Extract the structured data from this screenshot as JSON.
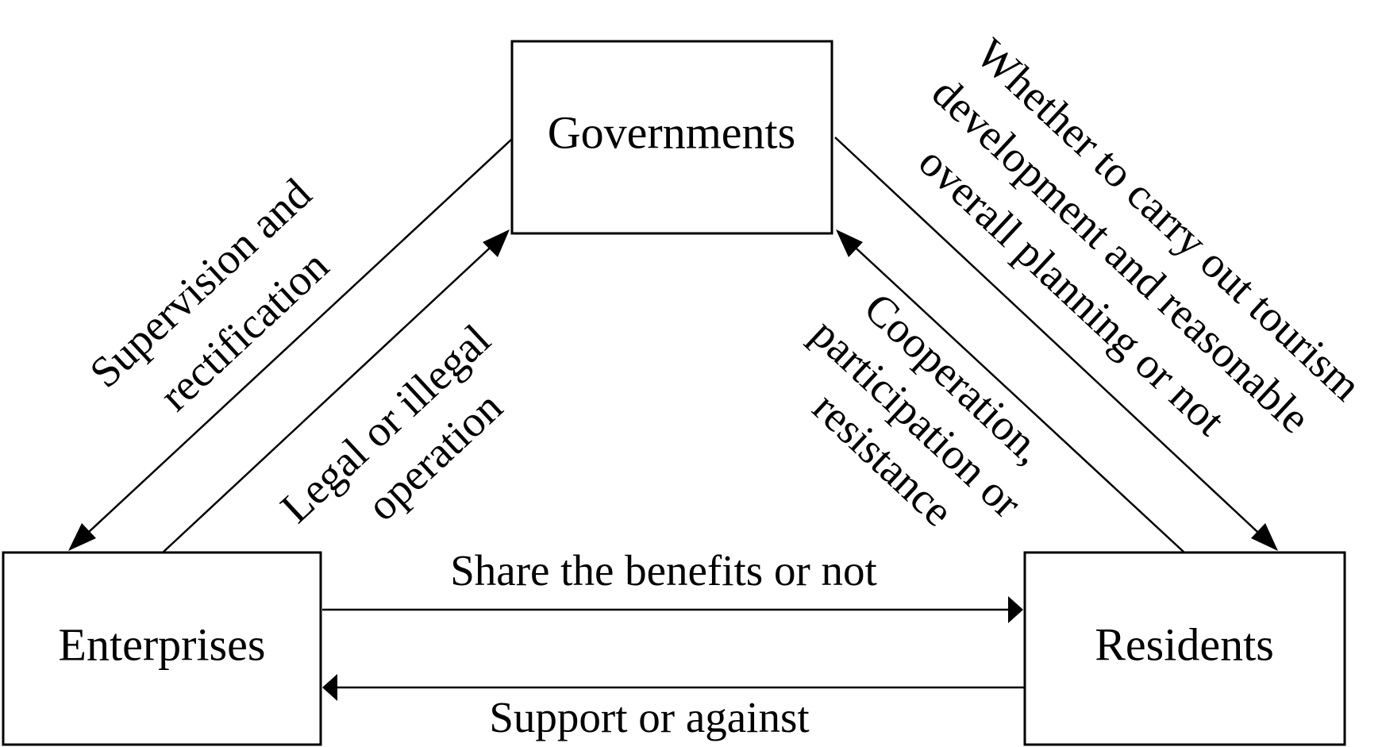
{
  "nodes": {
    "governments": "Governments",
    "enterprises": "Enterprises",
    "residents": "Residents"
  },
  "edges": {
    "gov_to_ent": {
      "line1": "Supervision and",
      "line2": "rectification"
    },
    "ent_to_gov": {
      "line1": "Legal or illegal",
      "line2": "operation"
    },
    "gov_to_res": {
      "line1": "Whether to carry out tourism",
      "line2": "development and reasonable",
      "line3": "overall planning or not"
    },
    "res_to_gov": {
      "line1": "Cooperation,",
      "line2": "participation or",
      "line3": "resistance"
    },
    "ent_to_res": {
      "label": "Share the benefits or not"
    },
    "res_to_ent": {
      "label": "Support or against"
    }
  }
}
